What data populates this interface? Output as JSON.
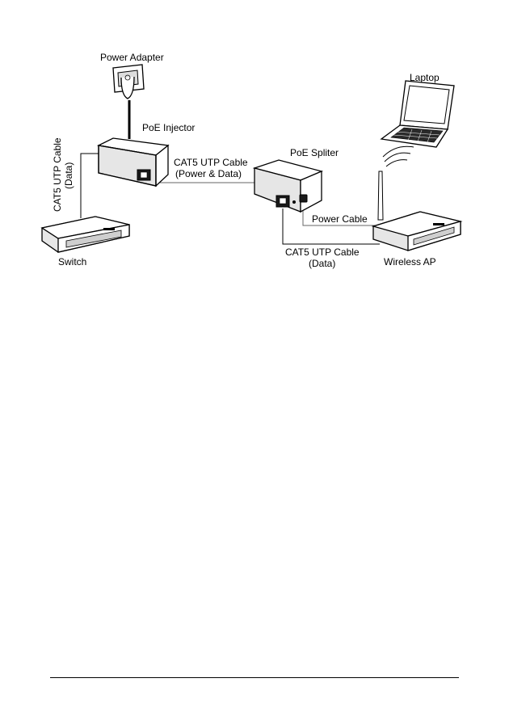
{
  "labels": {
    "power_adapter": "Power Adapter",
    "poe_injector": "PoE Injector",
    "laptop": "Laptop",
    "cat5_vertical_1": "CAT5 UTP Cable",
    "cat5_vertical_2": "(Data)",
    "cat5_power_data_1": "CAT5 UTP Cable",
    "cat5_power_data_2": "(Power & Data)",
    "poe_spliter": "PoE Spliter",
    "power_cable": "Power Cable",
    "switch": "Switch",
    "cat5_data_1": "CAT5 UTP Cable",
    "cat5_data_2": "(Data)",
    "wireless_ap": "Wireless AP"
  },
  "icons": {
    "power_adapter": "power-adapter-icon",
    "poe_injector": "poe-injector-icon",
    "poe_spliter": "poe-spliter-icon",
    "switch": "network-switch-icon",
    "wireless_ap": "wireless-ap-icon",
    "laptop": "laptop-icon",
    "wifi": "wifi-signal-icon"
  }
}
